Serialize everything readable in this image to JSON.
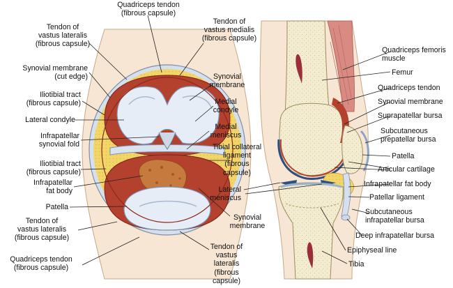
{
  "left_labels": {
    "quadriceps_tendon_top": "Quadriceps tendon\n(fibrous capsule)",
    "tendon_vastus_lateralis_top": "Tendon of\nvastus lateralis\n(fibrous capsule)",
    "tendon_vastus_medialis": "Tendon of\nvastus medialis\n(fibrous capsule)",
    "synovial_membrane_cut": "Synovial membrane\n(cut edge)",
    "iliotibial_tract_top": "Iliotibial tract\n(fibrous capsule)",
    "lateral_condyle": "Lateral condyle",
    "infrapatellar_synovial_fold": "Infrapatellar\nsynovial fold",
    "iliotibial_tract_bottom": "Iliotibial tract\n(fibrous capsule)",
    "infrapatellar_fat_body_left": "Infrapatellar\nfat body",
    "patella_left": "Patella",
    "tendon_vastus_lateralis_bottom": "Tendon of\nvastus lateralis\n(fibrous capsule)",
    "quadriceps_tendon_bottom": "Quadriceps tendon\n(fibrous capsule)",
    "synovial_membrane_mid": "Synovial\nmembrane",
    "medial_condyle": "Medial\ncondyle",
    "medial_meniscus": "Medial\nmeniscus",
    "tibial_collateral_ligament": "Tibial collateral\nligament\n(fibrous\ncapsule)",
    "synovial_membrane_bottom": "Synovial\nmembrane",
    "tendon_vastus_lateralis_right": "Tendon of\nvastus\nlateralis\n(fibrous\ncapsule)"
  },
  "right_labels": {
    "lateral_meniscus": "Lateral\nmeniscus",
    "quadriceps_femoris_muscle": "Quadriceps femoris\nmuscle",
    "femur": "Femur",
    "quadriceps_tendon": "Quadriceps tendon",
    "synovial_membrane": "Synovial membrane",
    "suprapatellar_bursa": "Suprapatellar bursa",
    "subcutaneous_prepatellar_bursa": "Subcutaneous\nprepatellar bursa",
    "patella": "Patella",
    "articular_cartilage": "Articular cartilage",
    "infrapatellar_fat_body": "Infrapatellar fat body",
    "patellar_ligament": "Patellar ligament",
    "subcutaneous_infrapatellar_bursa": "Subcutaneous\ninfrapatellar bursa",
    "deep_infrapatellar_bursa": "Deep infrapatellar bursa",
    "epiphyseal_line": "Epiphyseal line",
    "tibia": "Tibia"
  },
  "colors": {
    "skin": "#f6e3cf",
    "skin_outline": "#b89a80",
    "capsule_blue": "#c9d7e8",
    "synovium_red": "#b4402e",
    "synovium_dark": "#8e2a1e",
    "fat_yellow": "#f2d66a",
    "bone": "#f3ecd0",
    "bone_dots": "#cbbf92",
    "cartilage": "#dfe8f4",
    "marrow": "#9a2f3c",
    "muscle": "#d98a82",
    "leader": "#222222"
  }
}
